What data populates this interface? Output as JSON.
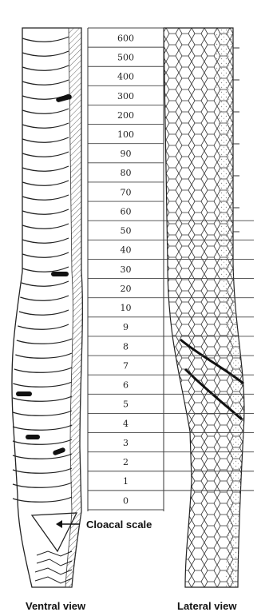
{
  "scale_labels": [
    "600",
    "500",
    "400",
    "300",
    "200",
    "100",
    "90",
    "80",
    "70",
    "60",
    "50",
    "40",
    "30",
    "20",
    "10",
    "9",
    "8",
    "7",
    "6",
    "5",
    "4",
    "3",
    "2",
    "1",
    "0"
  ],
  "callout": "Cloacal scale",
  "captions": {
    "ventral": "Ventral view",
    "lateral": "Lateral view"
  },
  "colors": {
    "ink": "#222222",
    "paper": "#ffffff",
    "stipple": "#9a9a9a"
  }
}
